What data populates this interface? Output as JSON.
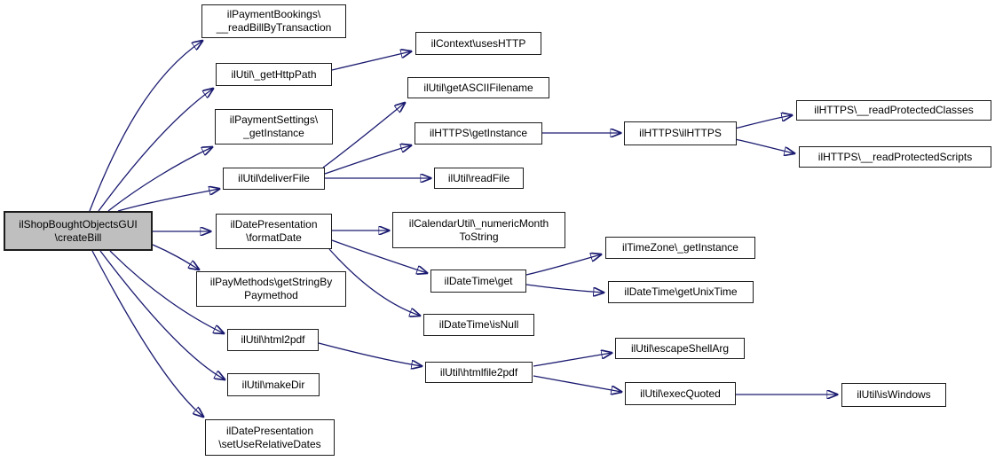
{
  "diagram": {
    "type": "call-graph",
    "background": "#ffffff",
    "colors": {
      "edge": "#1a1a70",
      "node_border": "#1c1c1c",
      "node_fill": "#ffffff",
      "root_fill": "#bfbfbf",
      "text": "#000000"
    }
  },
  "nodes": {
    "createBill": {
      "label": "ilShopBoughtObjectsGUI\\createBill",
      "line1": "ilShopBoughtObjectsGUI",
      "line2": "\\createBill",
      "root": true
    },
    "readBillByTransaction": {
      "label": "ilPaymentBookings\\__readBillByTransaction",
      "line1": "ilPaymentBookings\\",
      "line2": "__readBillByTransaction"
    },
    "getHttpPath": {
      "label": "ilUtil\\_getHttpPath",
      "line1": "ilUtil\\_getHttpPath"
    },
    "paymentSettingsGetInstance": {
      "label": "ilPaymentSettings\\_getInstance",
      "line1": "ilPaymentSettings\\",
      "line2": "_getInstance"
    },
    "deliverFile": {
      "label": "ilUtil\\deliverFile",
      "line1": "ilUtil\\deliverFile"
    },
    "formatDate": {
      "label": "ilDatePresentation\\formatDate",
      "line1": "ilDatePresentation",
      "line2": "\\formatDate"
    },
    "getStringByPaymethod": {
      "label": "ilPayMethods\\getStringByPaymethod",
      "line1": "ilPayMethods\\getStringBy",
      "line2": "Paymethod"
    },
    "html2pdf": {
      "label": "ilUtil\\html2pdf",
      "line1": "ilUtil\\html2pdf"
    },
    "makeDir": {
      "label": "ilUtil\\makeDir",
      "line1": "ilUtil\\makeDir"
    },
    "setUseRelativeDates": {
      "label": "ilDatePresentation\\setUseRelativeDates",
      "line1": "ilDatePresentation",
      "line2": "\\setUseRelativeDates"
    },
    "usesHTTP": {
      "label": "ilContext\\usesHTTP",
      "line1": "ilContext\\usesHTTP"
    },
    "getASCIIFilename": {
      "label": "ilUtil\\getASCIIFilename",
      "line1": "ilUtil\\getASCIIFilename"
    },
    "httpsGetInstance": {
      "label": "ilHTTPS\\getInstance",
      "line1": "ilHTTPS\\getInstance"
    },
    "readFile": {
      "label": "ilUtil\\readFile",
      "line1": "ilUtil\\readFile"
    },
    "numericMonthToString": {
      "label": "ilCalendarUtil\\_numericMonthToString",
      "line1": "ilCalendarUtil\\_numericMonth",
      "line2": "ToString"
    },
    "dateTimeGet": {
      "label": "ilDateTime\\get",
      "line1": "ilDateTime\\get"
    },
    "isNull": {
      "label": "ilDateTime\\isNull",
      "line1": "ilDateTime\\isNull"
    },
    "htmlfile2pdf": {
      "label": "ilUtil\\htmlfile2pdf",
      "line1": "ilUtil\\htmlfile2pdf"
    },
    "ilHTTPS": {
      "label": "ilHTTPS\\ilHTTPS",
      "line1": "ilHTTPS\\ilHTTPS"
    },
    "timeZoneGetInstance": {
      "label": "ilTimeZone\\_getInstance",
      "line1": "ilTimeZone\\_getInstance"
    },
    "getUnixTime": {
      "label": "ilDateTime\\getUnixTime",
      "line1": "ilDateTime\\getUnixTime"
    },
    "escapeShellArg": {
      "label": "ilUtil\\escapeShellArg",
      "line1": "ilUtil\\escapeShellArg"
    },
    "execQuoted": {
      "label": "ilUtil\\execQuoted",
      "line1": "ilUtil\\execQuoted"
    },
    "readProtectedClasses": {
      "label": "ilHTTPS\\__readProtectedClasses",
      "line1": "ilHTTPS\\__readProtectedClasses"
    },
    "readProtectedScripts": {
      "label": "ilHTTPS\\__readProtectedScripts",
      "line1": "ilHTTPS\\__readProtectedScripts"
    },
    "isWindows": {
      "label": "ilUtil\\isWindows",
      "line1": "ilUtil\\isWindows"
    }
  },
  "edges": [
    {
      "from": "createBill",
      "to": "readBillByTransaction"
    },
    {
      "from": "createBill",
      "to": "getHttpPath"
    },
    {
      "from": "createBill",
      "to": "paymentSettingsGetInstance"
    },
    {
      "from": "createBill",
      "to": "deliverFile"
    },
    {
      "from": "createBill",
      "to": "formatDate"
    },
    {
      "from": "createBill",
      "to": "getStringByPaymethod"
    },
    {
      "from": "createBill",
      "to": "html2pdf"
    },
    {
      "from": "createBill",
      "to": "makeDir"
    },
    {
      "from": "createBill",
      "to": "setUseRelativeDates"
    },
    {
      "from": "getHttpPath",
      "to": "usesHTTP"
    },
    {
      "from": "deliverFile",
      "to": "getASCIIFilename"
    },
    {
      "from": "deliverFile",
      "to": "httpsGetInstance"
    },
    {
      "from": "deliverFile",
      "to": "readFile"
    },
    {
      "from": "httpsGetInstance",
      "to": "ilHTTPS"
    },
    {
      "from": "ilHTTPS",
      "to": "readProtectedClasses"
    },
    {
      "from": "ilHTTPS",
      "to": "readProtectedScripts"
    },
    {
      "from": "formatDate",
      "to": "numericMonthToString"
    },
    {
      "from": "formatDate",
      "to": "dateTimeGet"
    },
    {
      "from": "formatDate",
      "to": "isNull"
    },
    {
      "from": "dateTimeGet",
      "to": "timeZoneGetInstance"
    },
    {
      "from": "dateTimeGet",
      "to": "getUnixTime"
    },
    {
      "from": "html2pdf",
      "to": "htmlfile2pdf"
    },
    {
      "from": "htmlfile2pdf",
      "to": "escapeShellArg"
    },
    {
      "from": "htmlfile2pdf",
      "to": "execQuoted"
    },
    {
      "from": "execQuoted",
      "to": "isWindows"
    }
  ]
}
